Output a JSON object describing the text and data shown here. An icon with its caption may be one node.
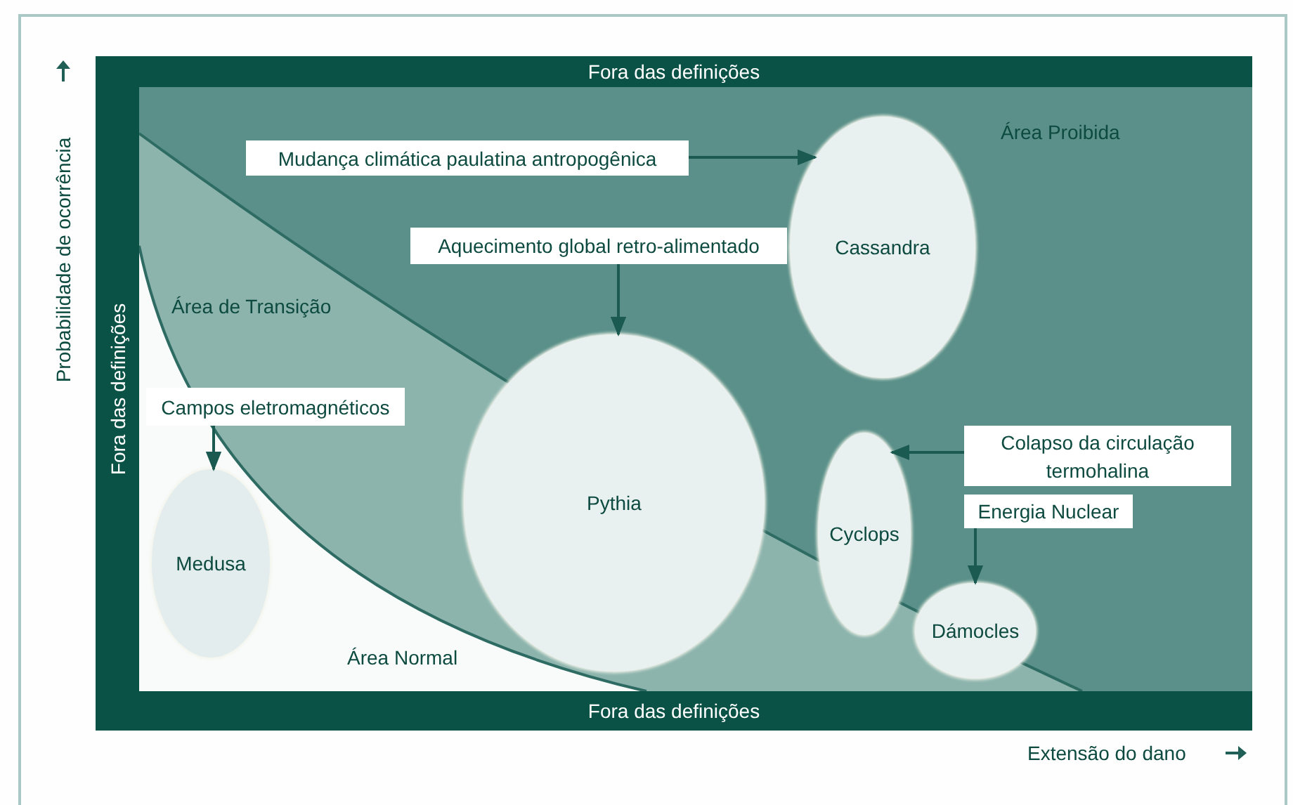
{
  "diagram": {
    "nodes": [
      {
        "text": [
          "Fora das definições"
        ]
      },
      {
        "text": [
          "Fora das definições"
        ]
      },
      {
        "text": [
          "Mudança climática paulatina antropogênica"
        ]
      },
      {
        "text": [
          "Cassandra"
        ]
      },
      {
        "text": [
          "Aquecimento global retro-alimentado"
        ]
      },
      {
        "text": [
          "Pythia"
        ]
      },
      {
        "text": [
          "Campos eletromagnéticos"
        ]
      },
      {
        "text": [
          "Medusa"
        ]
      },
      {
        "text": [
          "Colapso da circulação termohalina"
        ]
      },
      {
        "text": [
          "Cyclops"
        ]
      },
      {
        "text": [
          "Energia Nuclear"
        ]
      },
      {
        "text": [
          "Dámocles"
        ]
      },
      {
        "text": [
          "Fora das definições"
        ]
      }
    ],
    "edges": [
      {
        "from": 2,
        "to": 3,
        "arrow": "to"
      },
      {
        "from": 4,
        "to": 5,
        "arrow": "to"
      },
      {
        "from": 6,
        "to": 7,
        "arrow": "to"
      },
      {
        "from": 8,
        "to": 9,
        "arrow": "to"
      },
      {
        "from": 10,
        "to": 11,
        "arrow": "to"
      }
    ],
    "labels": [
      "Probabilidade de ocorrência",
      "Área Proibida",
      "Área de Transição",
      "Área Normal",
      "Extensão do dano"
    ]
  }
}
